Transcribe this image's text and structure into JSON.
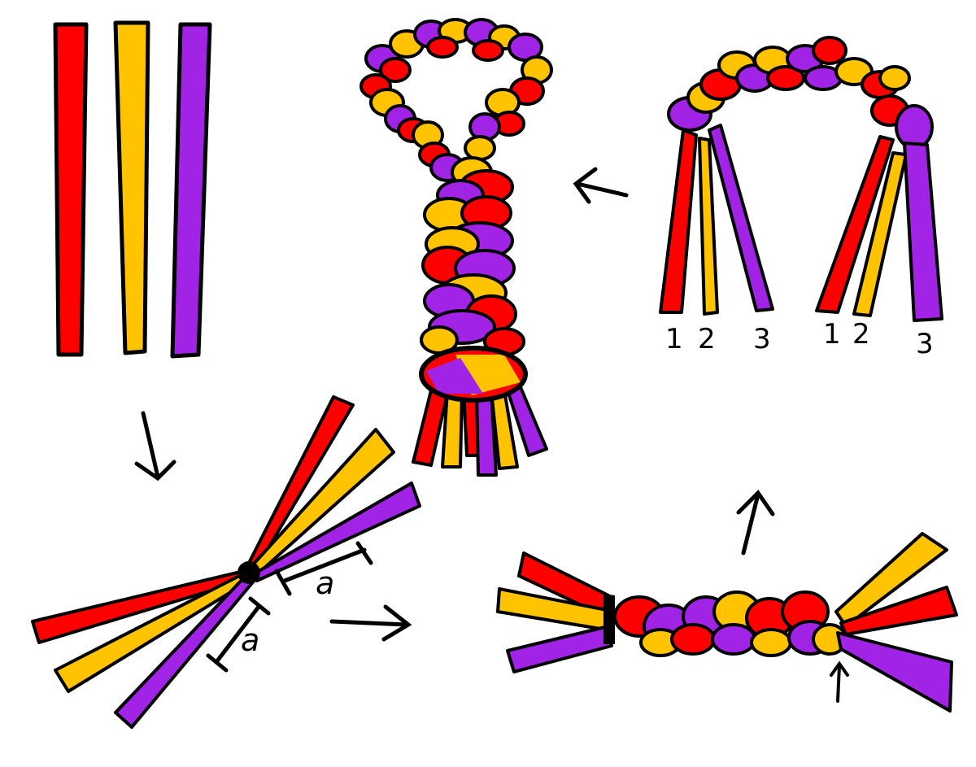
{
  "colors": {
    "red": "#ff0000",
    "yellow": "#ffc300",
    "purple": "#a023e6",
    "outline": "#000000",
    "background": "#ffffff"
  },
  "labels": {
    "dimension": "a",
    "strand_1": "1",
    "strand_2": "2",
    "strand_3": "3"
  },
  "icons": [
    "arrow-down-icon",
    "arrow-right-icon",
    "arrow-up-icon",
    "arrow-left-icon",
    "small-arrow-up-icon"
  ]
}
